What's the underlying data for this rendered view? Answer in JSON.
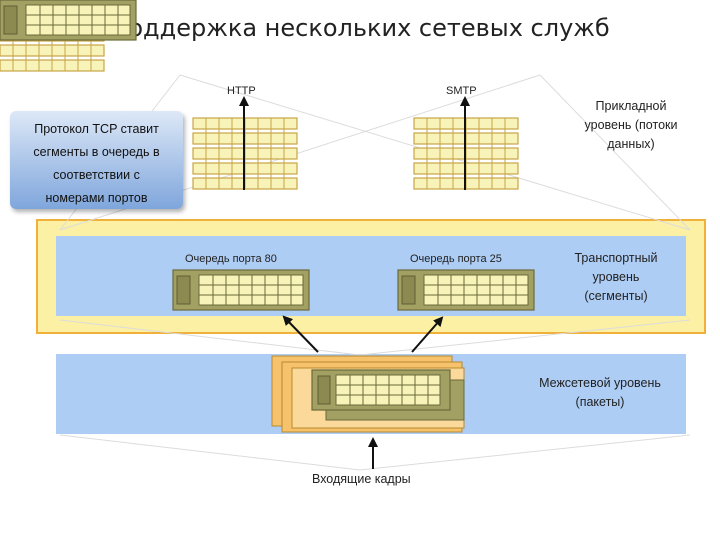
{
  "title": "Поддержка нескольких сетевых служб",
  "callout": {
    "line1": "Протокол TCP ставит",
    "line2": "сегменты в очередь в",
    "line3": "соответствии с",
    "line4": "номерами портов"
  },
  "services": {
    "http": "HTTP",
    "smtp": "SMTP"
  },
  "layers": {
    "application": {
      "line1": "Прикладной",
      "line2": "уровень (потоки",
      "line3": "данных)"
    },
    "transport": {
      "line1": "Транспортный",
      "line2": "уровень",
      "line3": "(сегменты)"
    },
    "internet": {
      "line1": "Межсетевой уровень",
      "line2": "(пакеты)"
    }
  },
  "queues": {
    "port80": "Очередь порта 80",
    "port25": "Очередь порта 25"
  },
  "incoming": "Входящие кадры",
  "colors": {
    "transport_frame_fill": "#fbf0a4",
    "transport_frame_border": "#f0b03a",
    "band_blue": "#aecdf4",
    "packet_orange": "#f6c26b",
    "queue_olive": "#a3a064",
    "grid_yellow": "#f8f3b8",
    "grid_line": "#c7a648"
  }
}
